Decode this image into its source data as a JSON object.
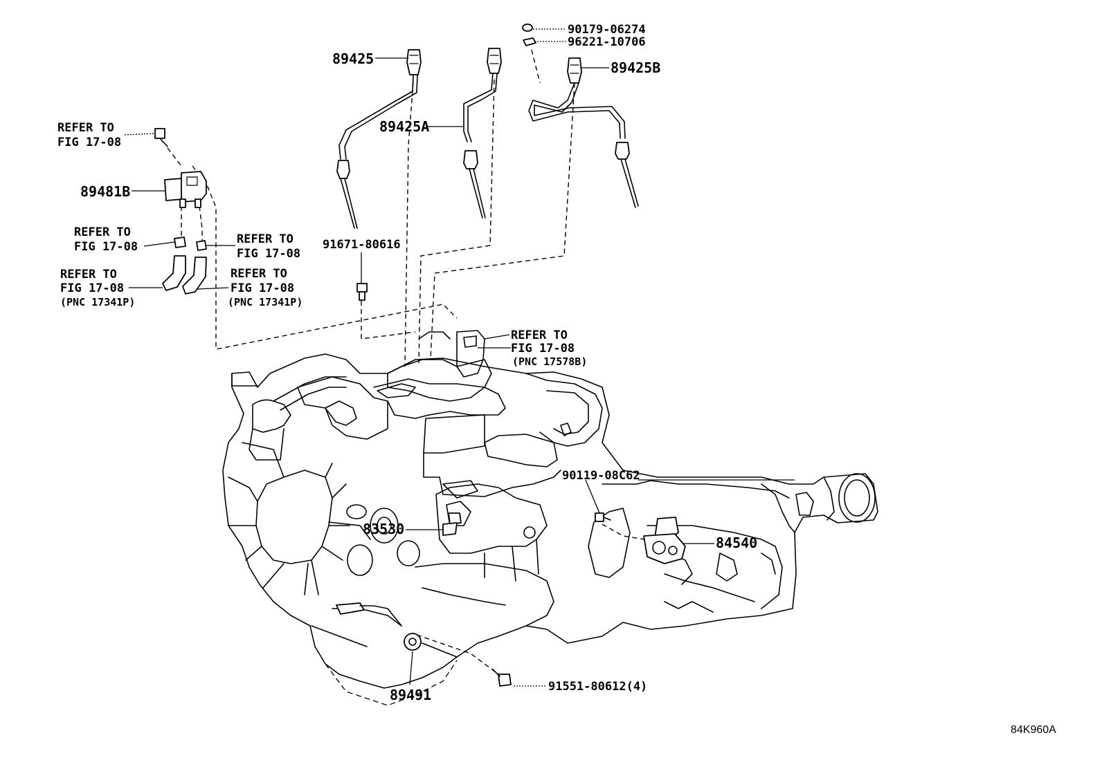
{
  "parts": {
    "p89425": "89425",
    "p89425A": "89425A",
    "p89425B": "89425B",
    "p90179": "90179-06274",
    "p96221": "96221-10706",
    "p89481B": "89481B",
    "p91671": "91671-80616",
    "p90119": "90119-08C62",
    "p83530": "83530",
    "p84540": "84540",
    "p89491": "89491",
    "p91551": "91551-80612(4)"
  },
  "refs": {
    "refer_to": "REFER TO",
    "fig": "FIG 17-08",
    "pnc_17341p": "(PNC 17341P)",
    "pnc_17578b": "(PNC 17578B)"
  },
  "figure_id": "84K960A"
}
